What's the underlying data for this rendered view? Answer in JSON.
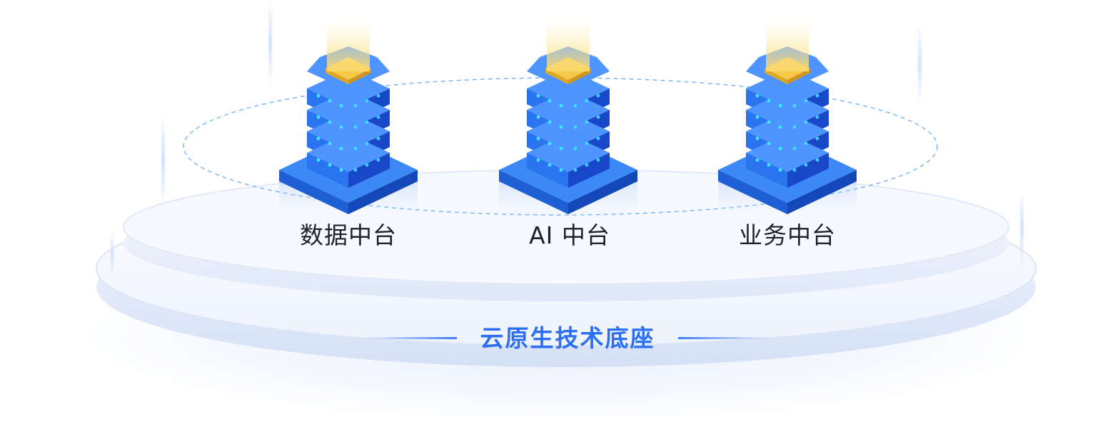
{
  "towers": [
    {
      "label": "数据中台"
    },
    {
      "label": "AI 中台"
    },
    {
      "label": "业务中台"
    }
  ],
  "base": {
    "label": "云原生技术底座"
  },
  "colors": {
    "tower_blue": "#2b74f0",
    "tower_dark": "#1848c8",
    "tower_light": "#4f95ff",
    "led": "#3fe6ff",
    "core_gold": "#f7c948",
    "accent_blue": "#2d6ff2",
    "label_dark": "#1f2329",
    "platform_light": "#eef3fd"
  },
  "icons": [
    "server-tower-icon",
    "golden-core-icon"
  ]
}
